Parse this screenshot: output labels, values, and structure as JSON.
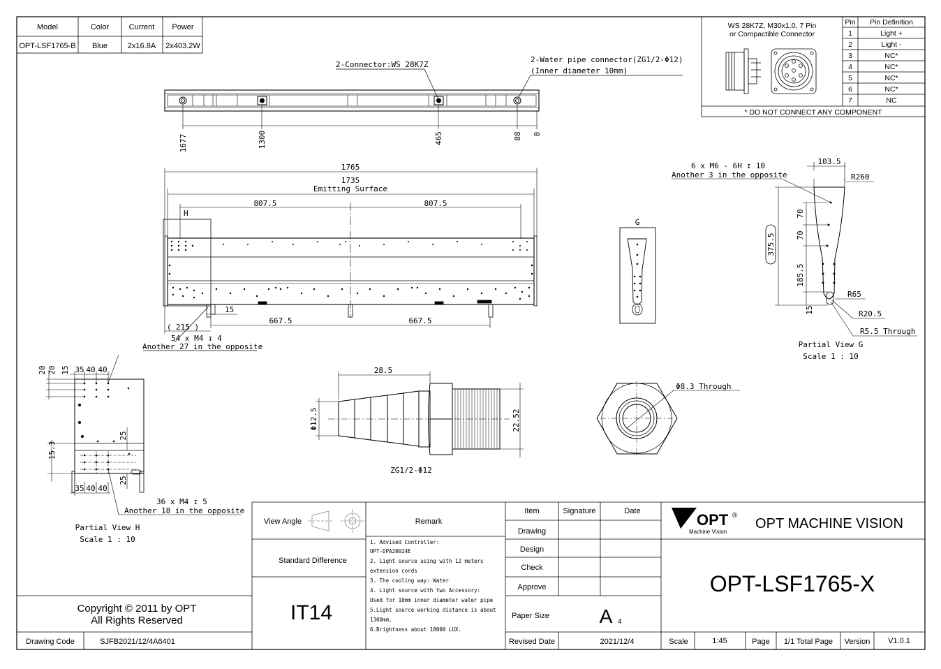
{
  "spec_table": {
    "headers": [
      "Model",
      "Color",
      "Current",
      "Power"
    ],
    "row": [
      "OPT-LSF1765-B",
      "Blue",
      "2x16.8A",
      "2x403.2W"
    ]
  },
  "connector": {
    "title_line1": "WS 28K7Z, M30x1.0, 7 Pin",
    "title_line2": "or Compactible Connector",
    "pin_header": "Pin",
    "def_header": "Pin Definition",
    "pins": [
      {
        "pin": "1",
        "def": "Light +"
      },
      {
        "pin": "2",
        "def": "Light -"
      },
      {
        "pin": "3",
        "def": "NC*"
      },
      {
        "pin": "4",
        "def": "NC*"
      },
      {
        "pin": "5",
        "def": "NC*"
      },
      {
        "pin": "6",
        "def": "NC*"
      },
      {
        "pin": "7",
        "def": "NC"
      }
    ],
    "note": "* DO NOT CONNECT ANY COMPONENT"
  },
  "top_view": {
    "callout_connector": "2-Connector:WS 28K7Z",
    "callout_water_1": "2-Water pipe connector(ZG1/2-Φ12)",
    "callout_water_2": "(Inner diameter 10mm)",
    "dims": [
      "1677",
      "1300",
      "465",
      "88",
      "0"
    ]
  },
  "front_view": {
    "overall": "1765",
    "emitting": "1735",
    "emitting_label": "Emitting Surface",
    "half_left": "807.5",
    "half_right": "807.5",
    "detail_label": "H",
    "d15": "15",
    "d215": "( 215 )",
    "pitch_left": "667.5",
    "pitch_right": "667.5",
    "holes_1": "54 x M4 ↧ 4",
    "holes_2": "Another 27 in the opposite"
  },
  "view_g_box": {
    "label": "G"
  },
  "partial_g": {
    "holes_1": "6 x M6 - 6H ↧ 10",
    "holes_2": "Another 3 in the opposite",
    "d103": "103.5",
    "r260": "R260",
    "d70a": "70",
    "d70b": "70",
    "d375": "375.5",
    "d185": "185.5",
    "d15": "15",
    "r65": "R65",
    "r20": "R20.5",
    "r55": "R5.5 Through",
    "title": "Partial View G",
    "scale": "Scale 1 : 10"
  },
  "partial_h": {
    "top_dims": [
      "35",
      "40",
      "40"
    ],
    "bottom_dims": [
      "35",
      "40",
      "40"
    ],
    "left_dims": [
      "20",
      "20",
      "15"
    ],
    "d153": "15.3",
    "d25a": "25",
    "d25b": "25",
    "holes_1": "36 x M4 ↧ 5",
    "holes_2": "Another 18 in the opposite",
    "title": "Partial View H",
    "scale": "Scale 1 : 10"
  },
  "fitting": {
    "d285": "28.5",
    "d125": "Φ12.5",
    "d2252": "22.52",
    "label": "ZG1/2-Φ12",
    "hex_label": "Φ8.3 Through"
  },
  "title_block": {
    "copyright_1": "Copyright © 2011 by OPT",
    "copyright_2": "All Rights Reserved",
    "drawing_code_label": "Drawing Code",
    "drawing_code": "SJFB2021/12/4A6401",
    "view_angle": "View Angle",
    "standard_difference": "Standard Difference",
    "tolerance": "IT14",
    "remark": "Remark",
    "remarks": [
      "1. Advised Controller:",
      "OPT-DPA20024E",
      "2. Light source using with 12 meters",
      "extension cords",
      "3. The cooling way: Water",
      "4. Light source with two Accessory:",
      "Used for 10mm inner diameter water pipe",
      "5.Light source working distance is about",
      "1300mm.",
      "6.Brightness about 18000 LUX."
    ],
    "item": "Item",
    "signature": "Signature",
    "date": "Date",
    "drawing": "Drawing",
    "design": "Design",
    "check": "Check",
    "approve": "Approve",
    "paper_size": "Paper Size",
    "paper_a": "A",
    "paper_n": "4",
    "revised_date": "Revised Date",
    "revised_value": "2021/12/4",
    "logo_text": "OPT",
    "logo_reg": "®",
    "logo_sub": "Machine Vision",
    "company": "OPT MACHINE VISION",
    "model": "OPT-LSF1765-X",
    "scale_label": "Scale",
    "scale_value": "1:45",
    "page_label": "Page",
    "page_value": "1/1 Total Page",
    "version_label": "Version",
    "version_value": "V1.0.1"
  }
}
